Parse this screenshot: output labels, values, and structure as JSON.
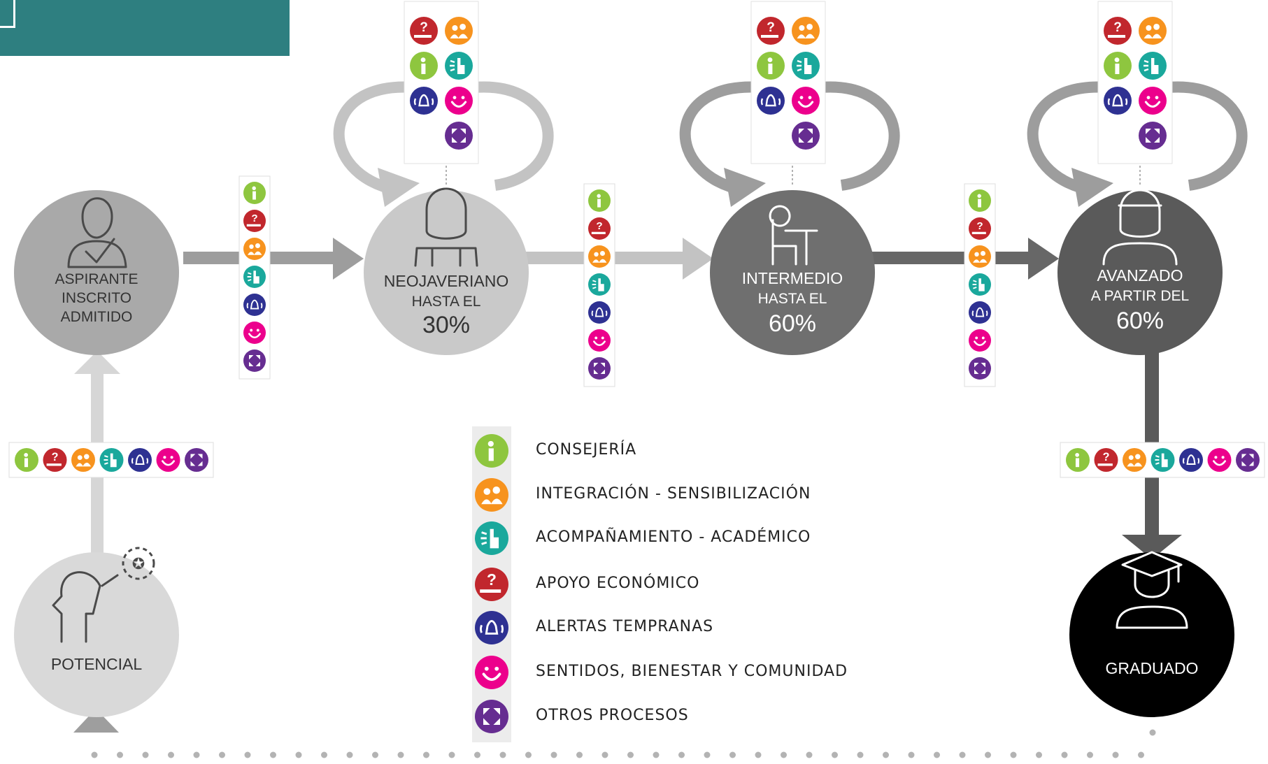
{
  "stages": [
    {
      "id": "potencial",
      "lines": [
        "POTENCIAL"
      ],
      "fill": "#d9d9d9",
      "text": "#333333"
    },
    {
      "id": "aspirante",
      "lines": [
        "ASPIRANTE",
        "INSCRITO",
        "ADMITIDO"
      ],
      "fill": "#a9a9a9",
      "text": "#333333"
    },
    {
      "id": "neojaveriano",
      "lines": [
        "NEOJAVERIANO",
        "HASTA EL",
        "30%"
      ],
      "fill": "#c9c9c9",
      "text": "#333333"
    },
    {
      "id": "intermedio",
      "lines": [
        "INTERMEDIO",
        "HASTA EL",
        "60%"
      ],
      "fill": "#6f6f6f",
      "text": "#ffffff"
    },
    {
      "id": "avanzado",
      "lines": [
        "AVANZADO",
        "A PARTIR DEL",
        "60%"
      ],
      "fill": "#5a5a5a",
      "text": "#ffffff"
    },
    {
      "id": "graduado",
      "lines": [
        "GRADUADO"
      ],
      "fill": "#000000",
      "text": "#ffffff"
    }
  ],
  "services": [
    {
      "id": "consejeria",
      "label": "CONSEJERÍA",
      "color": "#8ec63f",
      "icon": "info-person-icon"
    },
    {
      "id": "integracion",
      "label": "INTEGRACIÓN - SENSIBILIZACIÓN",
      "color": "#f7931e",
      "icon": "people-icon"
    },
    {
      "id": "acompanamiento",
      "label": "ACOMPAÑAMIENTO - ACADÉMICO",
      "color": "#1aa89c",
      "icon": "raised-hand-icon"
    },
    {
      "id": "apoyo",
      "label": "APOYO ECONÓMICO",
      "color": "#c1272d",
      "icon": "question-hand-icon"
    },
    {
      "id": "alertas",
      "label": "ALERTAS TEMPRANAS",
      "color": "#2e3192",
      "icon": "bell-icon"
    },
    {
      "id": "sentidos",
      "label": "SENTIDOS, BIENESTAR Y COMUNIDAD",
      "color": "#ec008c",
      "icon": "smiley-icon"
    },
    {
      "id": "otros",
      "label": "OTROS PROCESOS",
      "color": "#662d91",
      "icon": "arrows-icon"
    }
  ],
  "colors": {
    "header": "#2e7f80",
    "dots": "#b3b3b3"
  }
}
